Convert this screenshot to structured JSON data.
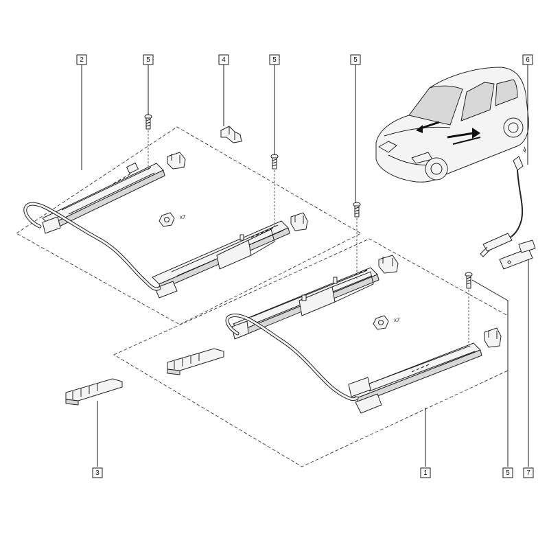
{
  "callouts": [
    {
      "id": "c1",
      "label": "1"
    },
    {
      "id": "c2",
      "label": "2"
    },
    {
      "id": "c3",
      "label": "3"
    },
    {
      "id": "c4",
      "label": "4"
    },
    {
      "id": "c5a",
      "label": "5"
    },
    {
      "id": "c5b",
      "label": "5"
    },
    {
      "id": "c5c",
      "label": "5"
    },
    {
      "id": "c5d",
      "label": "5"
    },
    {
      "id": "c6",
      "label": "6"
    },
    {
      "id": "c7",
      "label": "7"
    }
  ],
  "quantity_labels": {
    "nut_upper": "x7",
    "nut_lower": "x7"
  },
  "colors": {
    "line": "#1a1a1a",
    "fill": "#f4f4f4",
    "background": "#ffffff"
  }
}
